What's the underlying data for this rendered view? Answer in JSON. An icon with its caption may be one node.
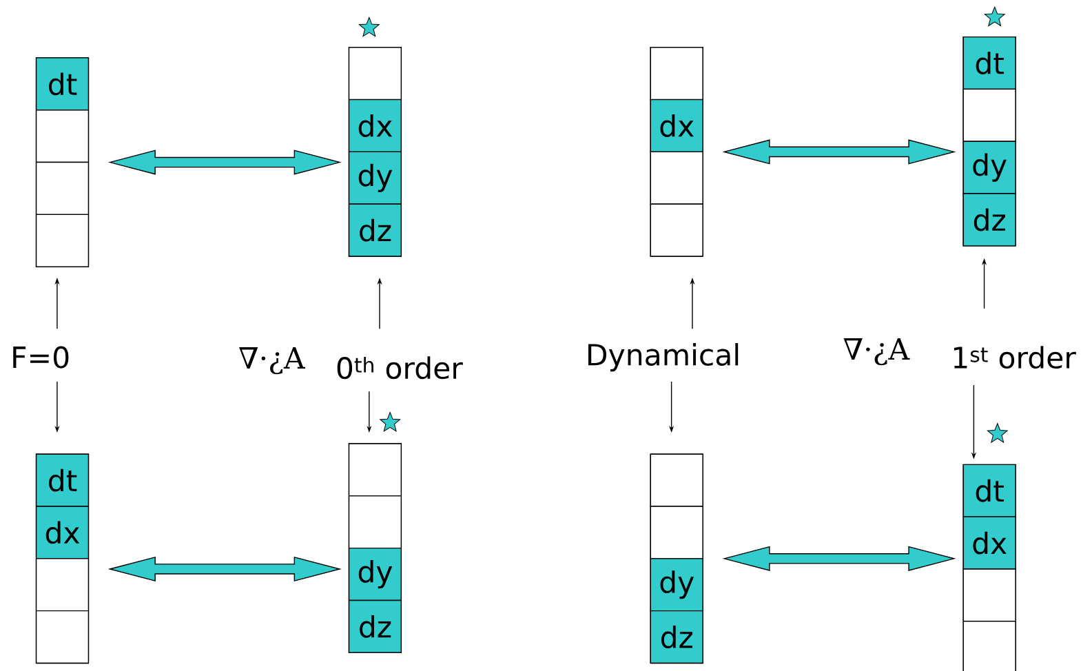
{
  "diagram": {
    "nodes": [
      {
        "text": [],
        "shape": "box"
      },
      {
        "text": [
          "dt"
        ],
        "in": 0
      },
      {
        "text": [],
        "shape": "box",
        "in": 0
      },
      {
        "text": [],
        "shape": "box",
        "in": 0
      },
      {
        "text": [],
        "shape": "box",
        "in": 0
      },
      {
        "text": [],
        "shape": "box"
      },
      {
        "text": [],
        "shape": "box",
        "in": 5
      },
      {
        "text": [
          "dx"
        ],
        "in": 5
      },
      {
        "text": [
          "dy"
        ],
        "in": 5
      },
      {
        "text": [
          "dz"
        ],
        "in": 5
      },
      {
        "text": [],
        "shape": "box"
      },
      {
        "text": [],
        "shape": "box",
        "in": 10
      },
      {
        "text": [
          "dx"
        ],
        "in": 10
      },
      {
        "text": [],
        "shape": "box",
        "in": 10
      },
      {
        "text": [],
        "shape": "box",
        "in": 10
      },
      {
        "text": [],
        "shape": "box"
      },
      {
        "text": [
          "dt"
        ],
        "in": 15
      },
      {
        "text": [],
        "shape": "box",
        "in": 15
      },
      {
        "text": [
          "dy"
        ],
        "in": 15
      },
      {
        "text": [
          "dz"
        ],
        "in": 15
      },
      {
        "text": [],
        "shape": "box"
      },
      {
        "text": [
          "dt"
        ],
        "in": 20
      },
      {
        "text": [
          "dx"
        ],
        "in": 20
      },
      {
        "text": [],
        "shape": "box",
        "in": 20
      },
      {
        "text": [],
        "shape": "box",
        "in": 20
      },
      {
        "text": [],
        "shape": "box"
      },
      {
        "text": [],
        "shape": "box",
        "in": 25
      },
      {
        "text": [],
        "shape": "box",
        "in": 25
      },
      {
        "text": [
          "dy"
        ],
        "in": 25
      },
      {
        "text": [
          "dz"
        ],
        "in": 25
      },
      {
        "text": [],
        "shape": "box"
      },
      {
        "text": [],
        "shape": "box",
        "in": 30
      },
      {
        "text": [],
        "shape": "box",
        "in": 30
      },
      {
        "text": [
          "dy"
        ],
        "in": 30
      },
      {
        "text": [
          "dz"
        ],
        "in": 30
      },
      {
        "text": [],
        "shape": "box"
      },
      {
        "text": [
          "dt"
        ],
        "in": 35
      },
      {
        "text": [
          "dx"
        ],
        "in": 35
      },
      {
        "text": [],
        "shape": "box",
        "in": 35
      },
      {
        "text": [],
        "shape": "box",
        "in": 35
      },
      {
        "text": [
          "F=0"
        ]
      },
      {
        "text": [
          "0$^{th}$ order"
        ]
      },
      {
        "text": [
          "Dynamical"
        ]
      },
      {
        "text": [
          "1$^{st}$ order"
        ]
      }
    ],
    "edges": [
      {
        "from": 0,
        "to": 5,
        "arrow": "both",
        "style": "thick",
        "color": "#33cccc"
      },
      {
        "from": 10,
        "to": 15,
        "arrow": "both",
        "style": "thick",
        "color": "#33cccc"
      },
      {
        "from": 20,
        "to": 25,
        "arrow": "both",
        "style": "thick",
        "color": "#33cccc"
      },
      {
        "from": 30,
        "to": 35,
        "arrow": "both",
        "style": "thick",
        "color": "#33cccc"
      },
      {
        "from": 40,
        "to": 0,
        "arrow": "to"
      },
      {
        "from": 40,
        "to": 20,
        "arrow": "to"
      },
      {
        "from": 41,
        "to": 5,
        "arrow": "to"
      },
      {
        "from": 41,
        "to": 25,
        "arrow": "to"
      },
      {
        "from": 42,
        "to": 10,
        "arrow": "to"
      },
      {
        "from": 42,
        "to": 30,
        "arrow": "to"
      },
      {
        "from": 43,
        "to": 15,
        "arrow": "to"
      },
      {
        "from": 43,
        "to": 35,
        "arrow": "to"
      }
    ],
    "labels": [
      "∇·¿A",
      "∇·¿A"
    ]
  }
}
